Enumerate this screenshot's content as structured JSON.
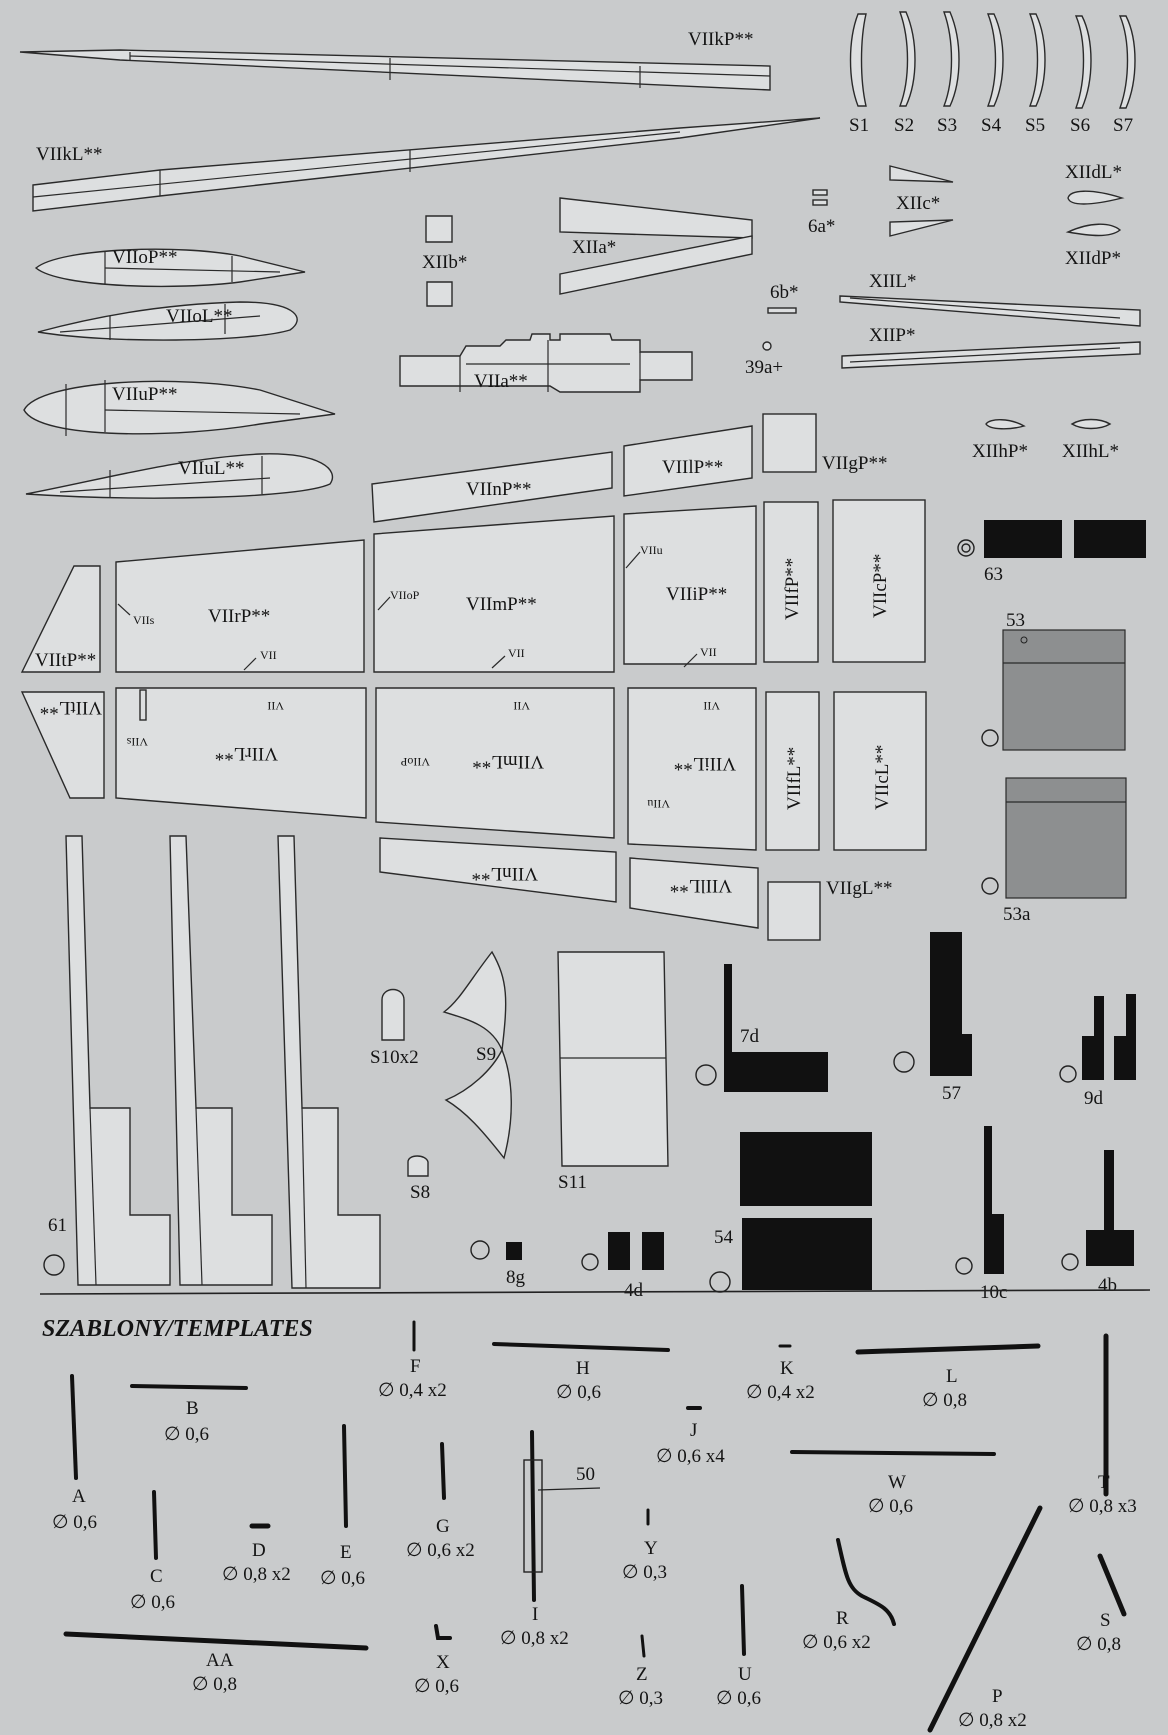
{
  "sheet": {
    "title": "SZABLONY/TEMPLATES"
  },
  "parts": {
    "VIIkP": "VIIkP**",
    "VIIkL": "VIIkL**",
    "S1": "S1",
    "S2": "S2",
    "S3": "S3",
    "S4": "S4",
    "S5": "S5",
    "S6": "S6",
    "S7": "S7",
    "VIIoP": "VIIoP**",
    "VIIoL": "VIIoL**",
    "VIIuP": "VIIuP**",
    "VIIuL": "VIIuL**",
    "XIIb": "XIIb*",
    "XIIa": "XIIa*",
    "VIIa": "VIIa**",
    "p6a": "6a*",
    "p6b": "6b*",
    "p39a": "39a+",
    "XIIc": "XIIc*",
    "XIIdL": "XIIdL*",
    "XIIdP": "XIIdP*",
    "XIIL": "XIIL*",
    "XIIP": "XIIP*",
    "XIIhP": "XIIhP*",
    "XIIhL": "XIIhL*",
    "VIInP": "VIInP**",
    "VIIlP": "VIIlP**",
    "VIIgP": "VIIgP**",
    "VIItP": "VIItP**",
    "VIIrP": "VIIrP**",
    "VIImP": "VIImP**",
    "VIIiP": "VIIiP**",
    "VIIfP": "VIIfP**",
    "VIIcP": "VIIcP**",
    "VIIs": "VIIs",
    "VIIoP_small": "VIIoP",
    "VIIu": "VIIu",
    "VII_a": "VII",
    "VII_b": "VII",
    "VII_c": "VII",
    "VIItL": "VIItL**",
    "VIIrL": "VIIrL**",
    "VIImL": "VIImL**",
    "VIIiL": "VIIiL**",
    "VIIfL": "VIIfL**",
    "VIIcL": "VIIcL**",
    "VIInL": "VIInL**",
    "VIIlL": "VIIlL**",
    "VIIgL": "VIIgL**",
    "p63": "63",
    "p53": "53",
    "p53a": "53a",
    "S10": "S10x2",
    "S9": "S9",
    "S8": "S8",
    "S11": "S11",
    "p7d": "7d",
    "p57": "57",
    "p9d": "9d",
    "p61": "61",
    "p8g": "8g",
    "p4d": "4d",
    "p54": "54",
    "p10c": "10c",
    "p4b": "4b"
  },
  "templates": [
    {
      "letter": "A",
      "spec": "∅ 0,6"
    },
    {
      "letter": "B",
      "spec": "∅ 0,6"
    },
    {
      "letter": "C",
      "spec": "∅ 0,6"
    },
    {
      "letter": "D",
      "spec": "∅ 0,8 x2"
    },
    {
      "letter": "E",
      "spec": "∅ 0,6"
    },
    {
      "letter": "F",
      "spec": "∅ 0,4 x2"
    },
    {
      "letter": "G",
      "spec": "∅ 0,6 x2"
    },
    {
      "letter": "H",
      "spec": "∅ 0,6"
    },
    {
      "letter": "I",
      "spec": "∅ 0,8 x2"
    },
    {
      "letter": "J",
      "spec": "∅ 0,6 x4"
    },
    {
      "letter": "K",
      "spec": "∅ 0,4 x2"
    },
    {
      "letter": "L",
      "spec": "∅ 0,8"
    },
    {
      "letter": "W",
      "spec": "∅ 0,6"
    },
    {
      "letter": "T",
      "spec": "∅ 0,8 x3"
    },
    {
      "letter": "Y",
      "spec": "∅ 0,3"
    },
    {
      "letter": "R",
      "spec": "∅ 0,6 x2"
    },
    {
      "letter": "S",
      "spec": "∅ 0,8"
    },
    {
      "letter": "AA",
      "spec": "∅ 0,8"
    },
    {
      "letter": "X",
      "spec": "∅ 0,6"
    },
    {
      "letter": "Z",
      "spec": "∅ 0,3"
    },
    {
      "letter": "U",
      "spec": "∅ 0,6"
    },
    {
      "letter": "P",
      "spec": "∅ 0,8 x2"
    }
  ],
  "callout_50": "50"
}
